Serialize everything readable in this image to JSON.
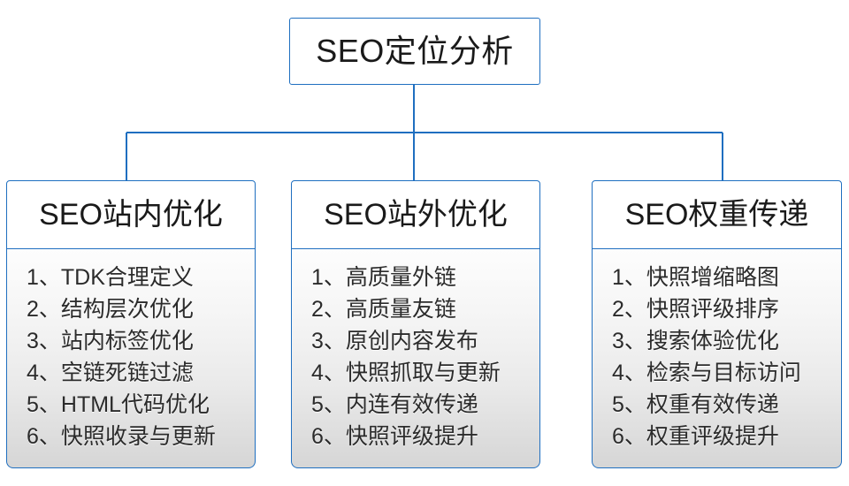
{
  "diagram": {
    "type": "org-chart",
    "title_node": {
      "label": "SEO定位分析"
    },
    "branches": [
      {
        "header": "SEO站内优化",
        "items": [
          "1、TDK合理定义",
          "2、结构层次优化",
          "3、站内标签优化",
          "4、空链死链过滤",
          "5、HTML代码优化",
          "6、快照收录与更新"
        ]
      },
      {
        "header": "SEO站外优化",
        "items": [
          "1、高质量外链",
          "2、高质量友链",
          "3、原创内容发布",
          "4、快照抓取与更新",
          "5、内连有效传递",
          "6、快照评级提升"
        ]
      },
      {
        "header": "SEO权重传递",
        "items": [
          "1、快照增缩略图",
          "2、快照评级排序",
          "3、搜索体验优化",
          "4、检索与目标访问",
          "5、权重有效传递",
          "6、权重评级提升"
        ]
      }
    ],
    "colors": {
      "border": "#1f6fc0",
      "connector": "#1f6fc0",
      "header_fill": "#ffffff",
      "body_fill_top": "#fdfdfd",
      "body_fill_bottom": "#d6d6d6",
      "text": "#1a1a1a",
      "background": "#ffffff"
    }
  }
}
